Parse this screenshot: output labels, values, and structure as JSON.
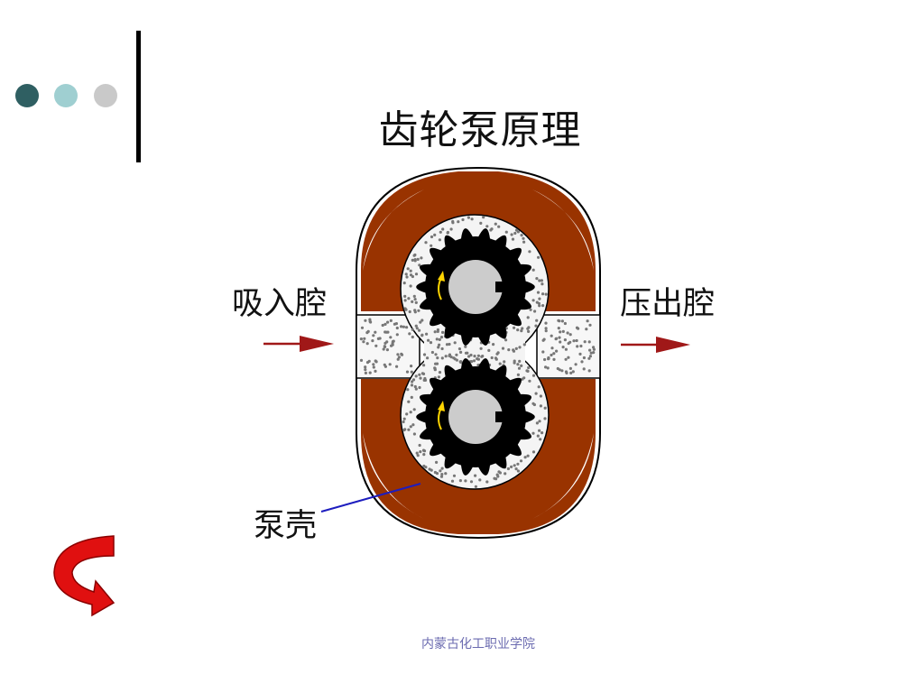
{
  "slide": {
    "title": "齿轮泵原理",
    "footer": "内蒙古化工职业学院"
  },
  "labels": {
    "suction": "吸入腔",
    "discharge": "压出腔",
    "casing": "泵壳"
  },
  "decor_dots": [
    "#2f5f62",
    "#9fcfd1",
    "#c9c9c9"
  ],
  "colors": {
    "casing": "#993300",
    "gear": "#000000",
    "hub": "#cccccc",
    "fluid_dots": "#777777",
    "flow_arrow": "#a01818",
    "rotation_arrow": "#ffd400",
    "leader_line": "#1d1dbf",
    "nav_arrow": "#e01010"
  },
  "icons": {
    "nav": "curved-return-arrow-icon",
    "rotation": "rotation-arrow-icon",
    "flow": "right-arrow-icon"
  }
}
